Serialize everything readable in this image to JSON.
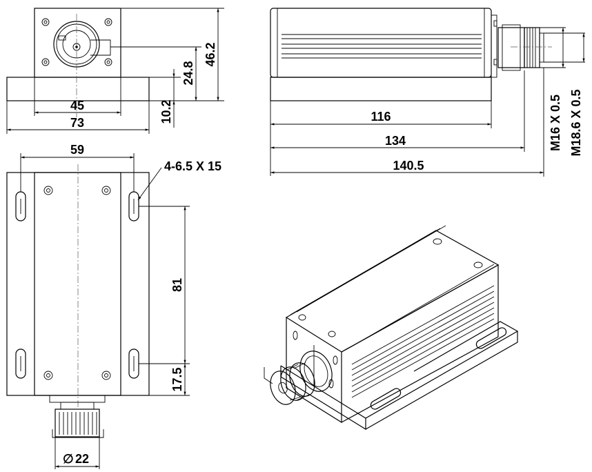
{
  "dimensions": {
    "front_inner_width": "45",
    "front_base_width": "73",
    "front_axis_height": "24.8",
    "front_total_height": "46.2",
    "front_base_height": "10.2",
    "side_body_length": "116",
    "side_base_length": "134",
    "side_total_length": "140.5",
    "thread_small": "M16 X 0.5",
    "thread_large": "M18.6 X 0.5",
    "top_hole_spacing": "59",
    "top_slot_spec": "4-6.5 X 15",
    "top_slot_pitch": "81",
    "top_slot_offset": "17.5",
    "top_knob_diameter": "22",
    "diameter_symbol": "∅"
  }
}
